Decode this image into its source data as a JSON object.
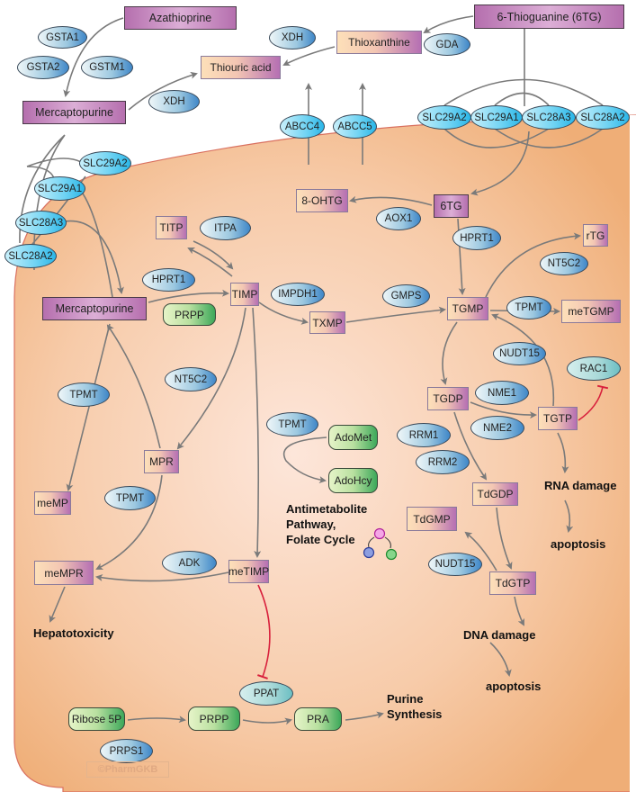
{
  "drugs": {
    "azathioprine": "Azathioprine",
    "thioguanine": "6-Thioguanine (6TG)",
    "mercaptopurine_outside": "Mercaptopurine",
    "mercaptopurine_inside": "Mercaptopurine",
    "tg_inside": "6TG"
  },
  "metabolites": {
    "thioxanthine": "Thioxanthine",
    "thiouric_acid": "Thiouric acid",
    "ohtg8": "8-OHTG",
    "titp": "TITP",
    "timp": "TIMP",
    "txmp": "TXMP",
    "tgmp": "TGMP",
    "rtg": "rTG",
    "metgmp": "meTGMP",
    "tgdp": "TGDP",
    "tgtp": "TGTP",
    "tdgdp": "TdGDP",
    "tdgmp": "TdGMP",
    "tdgtp": "TdGTP",
    "mpr": "MPR",
    "memp": "meMP",
    "mempr": "meMPR",
    "metimp": "meTIMP"
  },
  "small_molecules": {
    "prpp_upper": "PRPP",
    "adomet": "AdoMet",
    "adohcy": "AdoHcy",
    "ribose5p": "Ribose 5P",
    "prpp_lower": "PRPP",
    "pra": "PRA"
  },
  "enzymes": [
    "GSTA1",
    "GSTA2",
    "GSTM1",
    "XDH",
    "XDH",
    "GDA",
    "ABCC4",
    "ABCC5",
    "SLC29A2",
    "SLC29A1",
    "SLC28A3",
    "SLC28A2",
    "SLC29A2",
    "SLC29A1",
    "SLC28A3",
    "SLC28A2",
    "AOX1",
    "HPRT1",
    "NT5C2",
    "ITPA",
    "HPRT1",
    "IMPDH1",
    "GMPS",
    "TPMT",
    "NUDT15",
    "NME1",
    "NME2",
    "RAC1",
    "RRM1",
    "RRM2",
    "NUDT15",
    "NT5C2",
    "TPMT",
    "TPMT",
    "TPMT",
    "ADK",
    "PPAT",
    "PRPS1"
  ],
  "labels": {
    "antimetabolite_1": "Antimetabolite",
    "antimetabolite_2": "Pathway,",
    "antimetabolite_3": "Folate Cycle",
    "rna_damage": "RNA damage",
    "apoptosis_rna": "apoptosis",
    "dna_damage": "DNA damage",
    "apoptosis_dna": "apoptosis",
    "hepatotoxicity": "Hepatotoxicity",
    "purine_1": "Purine",
    "purine_2": "Synthesis"
  },
  "watermark": "©PharmGKB",
  "colors": {
    "cell_fill_center": "#fde6da",
    "cell_fill_edge": "#f0b27c",
    "membrane": "#d9705f",
    "arrow": "#7a7a7a",
    "inhibition": "#d8203c"
  }
}
